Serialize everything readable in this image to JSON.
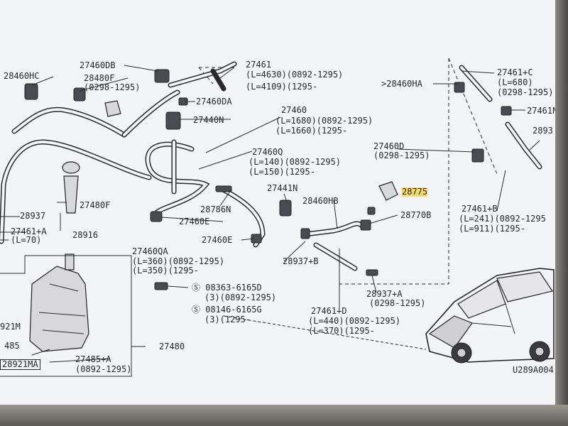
{
  "labels": {
    "p28460HC": "28460HC",
    "p27460DB": "27460DB",
    "p28480F": "28480F",
    "p28480F_date": "(0298-1295)",
    "p27461": "27461",
    "p27461_a": "(L=4630)(0892-1295)",
    "p27461_b": "(L=4109)(1295-",
    "p28460HA": ">28460HA",
    "p27461C": "27461+C",
    "p27461C_a": "(L=680)",
    "p27461C_b": "(0298-1295)",
    "p27461N": "27461N",
    "p27460DA": "27460DA",
    "p27440N": "27440N",
    "p27460": "27460",
    "p27460_a": "(L=1680)(0892-1295)",
    "p27460_b": "(L=1660)(1295-",
    "p2893": "2893",
    "p27460D": "27460D",
    "p27460D_a": "(0298-1295)",
    "p27460Q": "27460Q",
    "p27460Q_a": "(L=140)(0892-1295)",
    "p27460Q_b": "(L=150)(1295-",
    "p27441N": "27441N",
    "p28775": "28775",
    "p28786N": "28786N",
    "p28460HB": "28460HB",
    "p28770B": "28770B",
    "p27461B": "27461+B",
    "p27461B_a": "(L=241)(0892-1295",
    "p27461B_b": "(L=911)(1295-",
    "p28937": "28937",
    "p27480F": "27480F",
    "p27460E1": "27460E",
    "p27460E2": "27460E",
    "p27461A": "27461+A",
    "p27461A_a": "(L=70)",
    "p28916": "28916",
    "p27460QA": "27460QA",
    "p27460QA_a": "(L=360)(0892-1295)",
    "p27460QA_b": "(L=350)(1295-",
    "p28937B": "28937+B",
    "s1": "08363-6165D",
    "s1_a": "(3)(0892-1295)",
    "s2": "08146-6165G",
    "s2_a": "(3)(1295-",
    "p28937A": "28937+A",
    "p28937A_a": "(0298-1295)",
    "p27461D": "27461+D",
    "p27461D_a": "(L=440)(0892-1295)",
    "p27461D_b": "(L=370)(1295-",
    "p921M": "921M",
    "p485": "485",
    "p27485A": "27485+A",
    "p27485A_a": "(0892-1295)",
    "p28921MA": "28921MA",
    "p27480": "27480",
    "ref": "U289A004"
  },
  "colors": {
    "highlight": "#f5d96a",
    "ink": "#26262c",
    "paper": "#f3f4f8"
  }
}
